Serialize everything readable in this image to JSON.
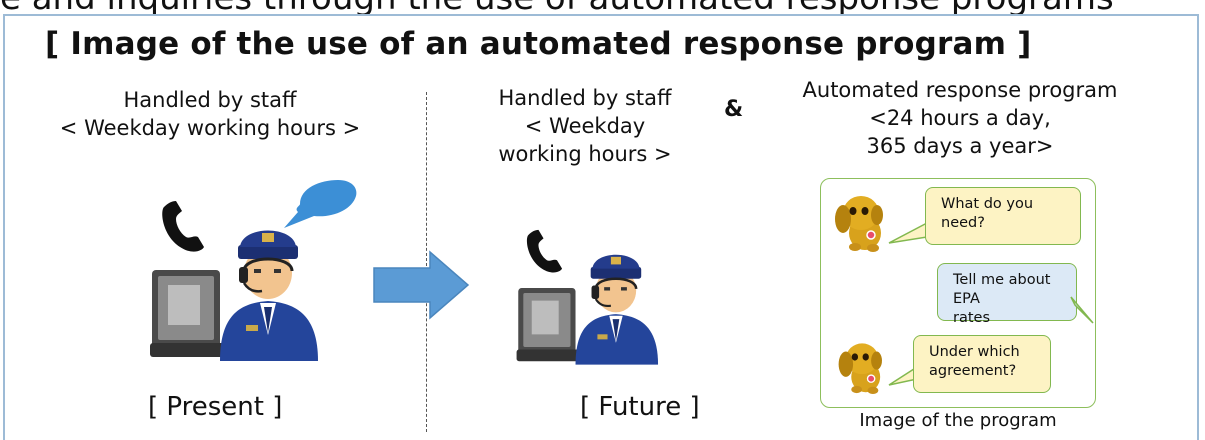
{
  "top_banner": "e and inquiries through the use of automated response programs",
  "title": "[ Image of  the use of an automated response program ]",
  "present": {
    "label_line1": "Handled by staff",
    "label_line2": "< Weekday working hours >",
    "caption": "[ Present ]"
  },
  "future": {
    "label_line1": "Handled by staff",
    "label_line2": "< Weekday",
    "label_line3": "working hours >",
    "caption": "[ Future ]"
  },
  "ampersand": "&",
  "program": {
    "label_line1": "Automated response program",
    "label_line2": "<24 hours a day,",
    "label_line3": "365 days a year>",
    "caption": "Image of the program",
    "messages": [
      {
        "line1": "What do you",
        "line2": "need?"
      },
      {
        "line1": "Tell me about EPA",
        "line2": "rates"
      },
      {
        "line1": "Under which",
        "line2": "agreement?"
      }
    ]
  },
  "colors": {
    "frame_border": "#9dbbd6",
    "arrow_fill": "#5b9bd5",
    "speech_bubble": "#3c8fd6",
    "chat_border": "#82b84f",
    "bot_bubble": "#fdf3c4",
    "user_bubble": "#dce9f6"
  },
  "icons": [
    "phone-icon",
    "operator-at-computer-icon",
    "speech-bubble-icon",
    "right-arrow-icon",
    "mascot-dog-icon"
  ]
}
